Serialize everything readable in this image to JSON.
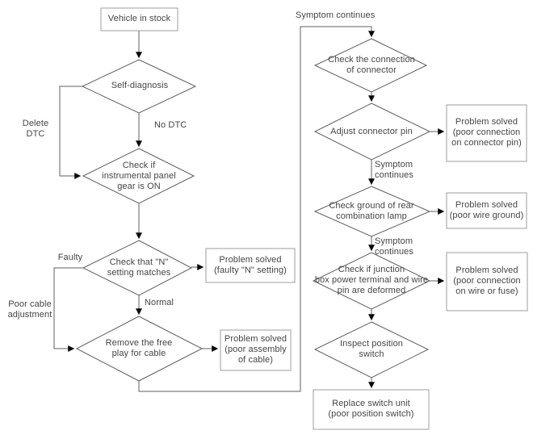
{
  "diagram": {
    "type": "flowchart",
    "colors": {
      "background": "#ffffff",
      "line": "#5f5f5f",
      "box_border": "#9c9c9c",
      "text": "#454545",
      "arrowhead": "#0a0a0a"
    },
    "nodes": {
      "vehicle_in_stock": {
        "shape": "rect",
        "label": "Vehicle in stock"
      },
      "self_diagnosis": {
        "shape": "diamond",
        "label": "Self-diagnosis"
      },
      "check_instrument_panel": {
        "shape": "diamond",
        "label": "Check if\ninstrumental panel\ngear is ON"
      },
      "check_n_setting": {
        "shape": "diamond",
        "label": "Check that \"N\"\nsetting matches"
      },
      "remove_free_play": {
        "shape": "diamond",
        "label": "Remove the free\nplay for cable"
      },
      "problem_n_setting": {
        "shape": "rect",
        "label": "Problem solved\n(faulty \"N\" setting)"
      },
      "problem_cable": {
        "shape": "rect",
        "label": "Problem solved\n(poor assembly\nof cable)"
      },
      "check_connection": {
        "shape": "diamond",
        "label": "Check the connection\nof connector"
      },
      "adjust_connector_pin": {
        "shape": "diamond",
        "label": "Adjust connector pin"
      },
      "problem_connector_pin": {
        "shape": "rect",
        "label": "Problem solved\n(poor connection\non connector pin)"
      },
      "check_ground_lamp": {
        "shape": "diamond",
        "label": "Check ground of rear\ncombination lamp"
      },
      "problem_wire_ground": {
        "shape": "rect",
        "label": "Problem solved\n(poor wire ground)"
      },
      "check_junction_box": {
        "shape": "diamond",
        "label": "Check if junction\nbox power terminal and wire\npin are deformed"
      },
      "problem_wire_fuse": {
        "shape": "rect",
        "label": "Problem solved\n(poor connection\non wire or fuse)"
      },
      "inspect_position_switch": {
        "shape": "diamond",
        "label": "Inspect position\nswitch"
      },
      "replace_switch_unit": {
        "shape": "rect",
        "label": "Replace switch unit\n(poor position switch)"
      }
    },
    "edge_labels": {
      "delete_dtc": "Delete\nDTC",
      "no_dtc": "No DTC",
      "faulty": "Faulty",
      "poor_cable_adjustment": "Poor cable\nadjustment",
      "normal": "Normal",
      "symptom_continues_top": "Symptom continues",
      "symptom_continues_1": "Symptom\ncontinues",
      "symptom_continues_2": "Symptom\ncontinues"
    }
  }
}
